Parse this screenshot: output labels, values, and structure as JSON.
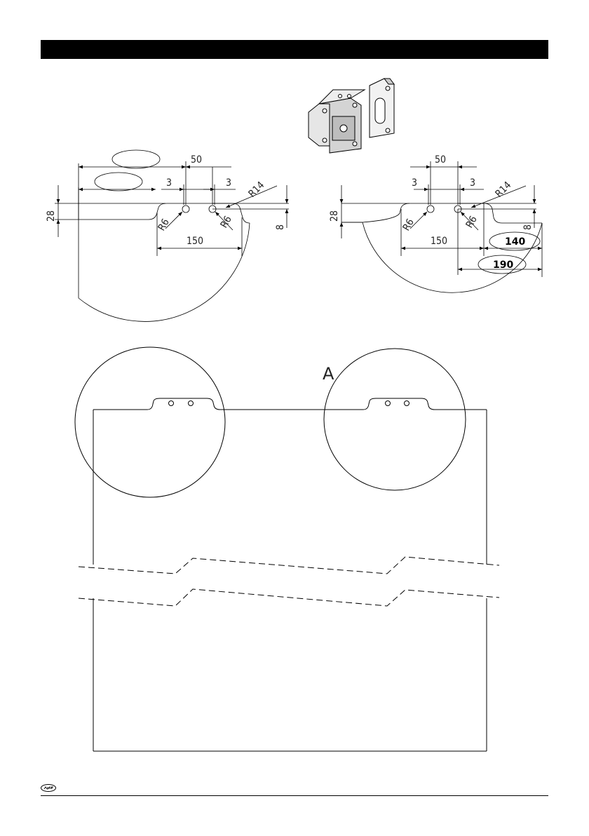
{
  "dims_left": {
    "d50": "50",
    "d3a": "3",
    "d3b": "3",
    "r14": "R14",
    "r6a": "R6",
    "r6b": "R6",
    "d28": "28",
    "d8": "8",
    "d150": "150"
  },
  "dims_right": {
    "d50": "50",
    "d3a": "3",
    "d3b": "3",
    "r14": "R14",
    "r6a": "R6",
    "r6b": "R6",
    "d28": "28",
    "d8": "8",
    "d150": "150",
    "d140": "140",
    "d190": "190"
  },
  "view_label": "A",
  "icons": {
    "bracket": "hinge-bracket-icon",
    "logo": "brand-logo-icon"
  }
}
